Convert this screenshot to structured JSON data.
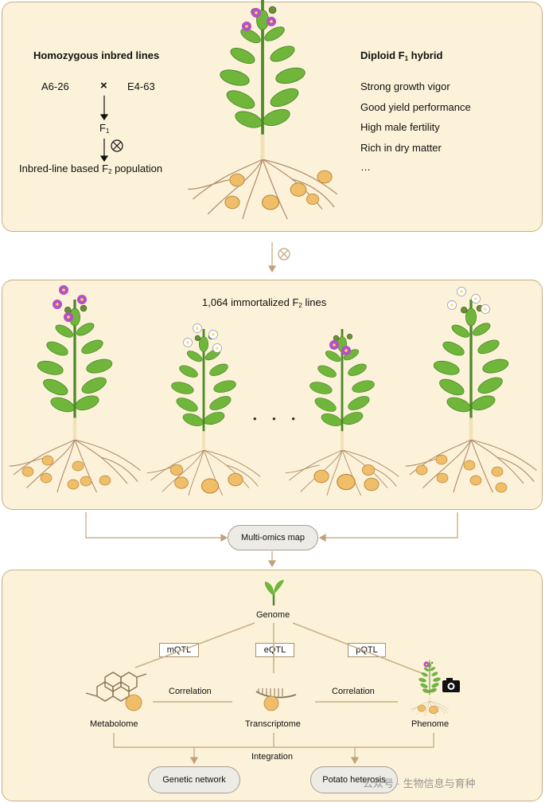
{
  "top_panel": {
    "left_heading": "Homozygous inbred lines",
    "parent_a": "A6-26",
    "cross_symbol": "×",
    "parent_b": "E4-63",
    "f1_label": "F",
    "f1_sub": "1",
    "population_label": "Inbred-line based F",
    "population_sub": "2",
    "population_suffix": " population",
    "right_heading_pre": "Diploid F",
    "right_heading_sub": "1",
    "right_heading_post": " hybrid",
    "traits": [
      "Strong growth vigor",
      "Good yield performance",
      "High male fertility",
      "Rich in dry matter",
      "…"
    ]
  },
  "middle_panel": {
    "title_pre": "1,064 immortalized F",
    "title_sub": "2",
    "title_post": " lines",
    "ellipsis": "• • •"
  },
  "multi_omics_label": "Multi-omics map",
  "bottom_panel": {
    "genome": "Genome",
    "qtl_labels": [
      "mQTL",
      "eQTL",
      "pQTL"
    ],
    "correlation": "Correlation",
    "metabolome": "Metabolome",
    "transcriptome": "Transcriptome",
    "phenome": "Phenome",
    "integration": "Integration",
    "outputs": [
      "Genetic network",
      "Potato heterosis"
    ]
  },
  "watermark": "公众号 · 生物信息与育种",
  "colors": {
    "panel_fill": "#fbf2d9",
    "panel_border": "#c9ad84",
    "leaf": "#6fb63a",
    "tuber": "#f0bd68",
    "flower_purple": "#b64fc8",
    "arrow": "#c0a27a"
  }
}
